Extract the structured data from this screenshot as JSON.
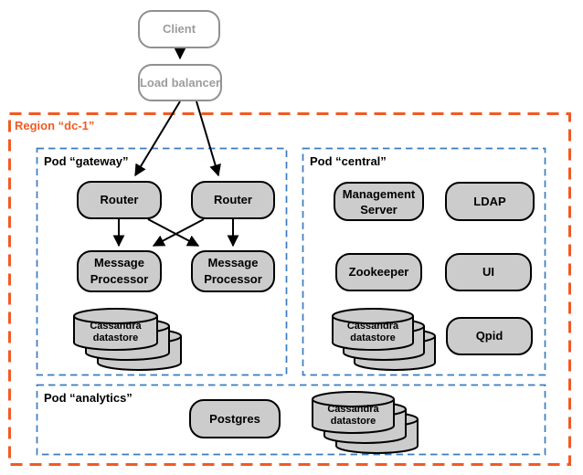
{
  "external": {
    "client": "Client",
    "load_balancer": "Load balancer"
  },
  "region": {
    "label": "Region “dc-1”",
    "pod_gateway": {
      "label": "Pod “gateway”",
      "router_left": "Router",
      "router_right": "Router",
      "message_processor_left": "Message\nProcessor",
      "message_processor_right": "Message\nProcessor",
      "datastore": "Cassandra\ndatastore"
    },
    "pod_central": {
      "label": "Pod “central”",
      "management_server": "Management\nServer",
      "ldap": "LDAP",
      "zookeeper": "Zookeeper",
      "ui": "UI",
      "datastore": "Cassandra\ndatastore",
      "qpid": "Qpid"
    },
    "pod_analytics": {
      "label": "Pod “analytics”",
      "postgres": "Postgres",
      "datastore": "Cassandra\ndatastore"
    }
  },
  "colors": {
    "region_border": "#F15A24",
    "pod_border": "#3A7CC0",
    "node_fill": "#CCCCCC",
    "node_border": "#000000",
    "external_gray": "#999999",
    "arrow": "#000000"
  }
}
